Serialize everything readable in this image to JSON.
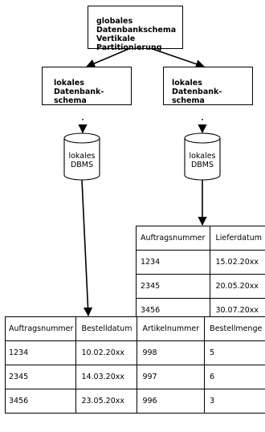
{
  "root_box": {
    "line1": "globales Datenbankschema",
    "line2": "Vertikale Partitionierung"
  },
  "left_schema": {
    "line1": "lokales Datenbank-",
    "line2": "schema"
  },
  "right_schema": {
    "line1": "lokales Datenbank-",
    "line2": "schema"
  },
  "left_db": {
    "line1": "lokales",
    "line2": "DBMS"
  },
  "right_db": {
    "line1": "lokales",
    "line2": "DBMS"
  },
  "right_table": {
    "headers": [
      "Auftragsnummer",
      "Lieferdatum"
    ],
    "rows": [
      [
        "1234",
        "15.02.20xx"
      ],
      [
        "2345",
        "20.05.20xx"
      ],
      [
        "3456",
        "30.07.20xx"
      ]
    ]
  },
  "bottom_table": {
    "headers": [
      "Auftragsnummer",
      "Bestelldatum",
      "Artikelnummer",
      "Bestellmenge"
    ],
    "rows": [
      [
        "1234",
        "10.02.20xx",
        "998",
        "5"
      ],
      [
        "2345",
        "14.03.20xx",
        "997",
        "6"
      ],
      [
        "3456",
        "23.05.20xx",
        "996",
        "3"
      ]
    ]
  }
}
